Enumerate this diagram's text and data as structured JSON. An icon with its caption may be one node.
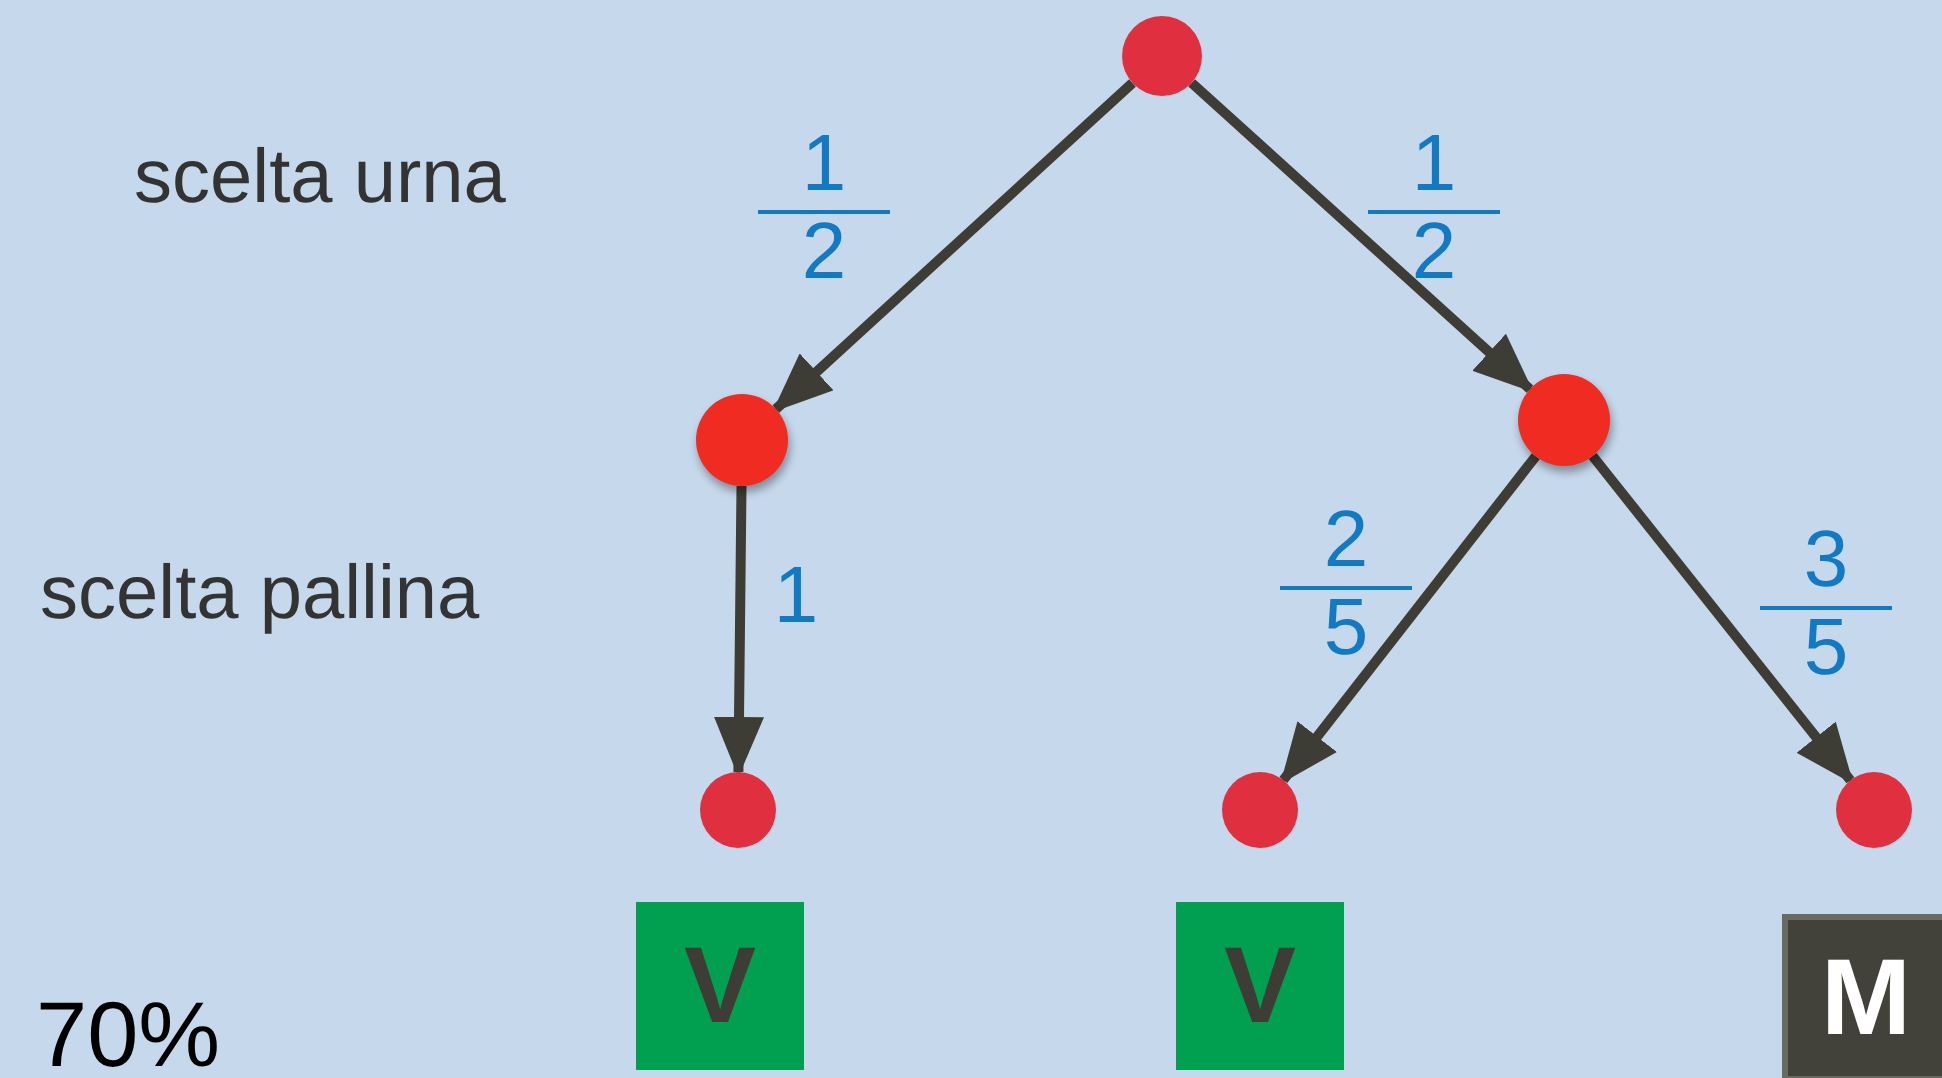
{
  "diagram": {
    "nodes": [
      {
        "text": [],
        "shape": "circle"
      },
      {
        "text": [],
        "shape": "circle"
      },
      {
        "text": [],
        "shape": "circle"
      },
      {
        "text": [],
        "shape": "circle"
      },
      {
        "text": [],
        "shape": "circle"
      },
      {
        "text": [],
        "shape": "circle"
      },
      {
        "text": [
          "V"
        ]
      },
      {
        "text": [
          "V"
        ]
      },
      {
        "text": [
          "M"
        ]
      }
    ],
    "edges": [
      {
        "from": 0,
        "to": 1,
        "arrow": "to",
        "label": "1 2"
      },
      {
        "from": 0,
        "to": 2,
        "arrow": "to",
        "label": "1 2"
      },
      {
        "from": 1,
        "to": 3,
        "arrow": "to",
        "label": "1"
      },
      {
        "from": 2,
        "to": 4,
        "arrow": "to",
        "label": "2 5"
      },
      {
        "from": 2,
        "to": 5,
        "arrow": "to",
        "label": "3 5"
      }
    ],
    "labels": [
      "scelta urna",
      "scelta pallina",
      "70%"
    ]
  }
}
